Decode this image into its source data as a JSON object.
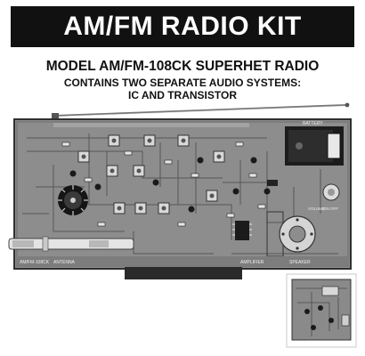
{
  "banner": {
    "title": "AM/FM RADIO KIT"
  },
  "heading": {
    "model": "MODEL AM/FM-108CK SUPERHET RADIO",
    "line1": "CONTAINS TWO SEPARATE AUDIO SYSTEMS:",
    "line2": "IC AND TRANSISTOR"
  },
  "board": {
    "silkscreen_left": "AM/FM-108CK",
    "section_antenna": "ANTENNA",
    "section_amplifier": "AMPLIFIER",
    "section_speaker": "SPEAKER",
    "section_battery": "BATTERY",
    "label_volume": "VOLUME",
    "label_on_off": "ON OFF"
  },
  "colors": {
    "banner_bg": "#111111",
    "board": "#8d8d8d",
    "background": "#ffffff"
  }
}
